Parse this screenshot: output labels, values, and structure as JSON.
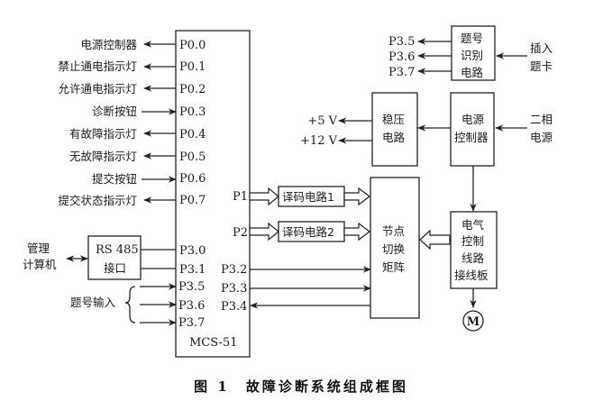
{
  "diagram": {
    "mcu": {
      "label": "MCS-51",
      "left_ports": [
        "P0.0",
        "P0.1",
        "P0.2",
        "P0.3",
        "P0.4",
        "P0.5",
        "P0.6",
        "P0.7"
      ],
      "serial_ports": [
        "P3.0",
        "P3.1"
      ],
      "question_ports": [
        "P3.5",
        "P3.6",
        "P3.7"
      ],
      "right_ports": [
        "P1",
        "P2",
        "P3.2",
        "P3.3",
        "P3.4"
      ]
    },
    "p0_devices": [
      {
        "label": "电源控制器",
        "direction": "out"
      },
      {
        "label": "禁止通电指示灯",
        "direction": "out"
      },
      {
        "label": "允许通电指示灯",
        "direction": "out"
      },
      {
        "label": "诊断按钮",
        "direction": "in"
      },
      {
        "label": "有故障指示灯",
        "direction": "out"
      },
      {
        "label": "无故障指示灯",
        "direction": "out"
      },
      {
        "label": "提交按钮",
        "direction": "in"
      },
      {
        "label": "提交状态指示灯",
        "direction": "out"
      }
    ],
    "rs485": {
      "line1": "RS 485",
      "line2": "接口"
    },
    "mgmt_pc": {
      "line1": "管理",
      "line2": "计算机"
    },
    "question_input": "题号输入",
    "decoder1": "译码电路1",
    "decoder2": "译码电路2",
    "matrix": [
      "节点",
      "切换",
      "矩阵"
    ],
    "qid_circuit": {
      "lines": [
        "题号",
        "识别",
        "电路"
      ],
      "outputs": [
        "P3.5",
        "P3.6",
        "P3.7"
      ],
      "input": [
        "插入",
        "题卡"
      ]
    },
    "regulator": {
      "lines": [
        "稳压",
        "电路"
      ],
      "outputs": [
        "+5 V",
        "+12 V"
      ]
    },
    "power_ctrl": {
      "lines": [
        "电源",
        "控制器"
      ]
    },
    "power_source": [
      "二相",
      "电源"
    ],
    "wiring_board": [
      "电气",
      "控制",
      "线路",
      "接线板"
    ],
    "motor": "M",
    "caption": "图 1　故障诊断系统组成框图"
  }
}
